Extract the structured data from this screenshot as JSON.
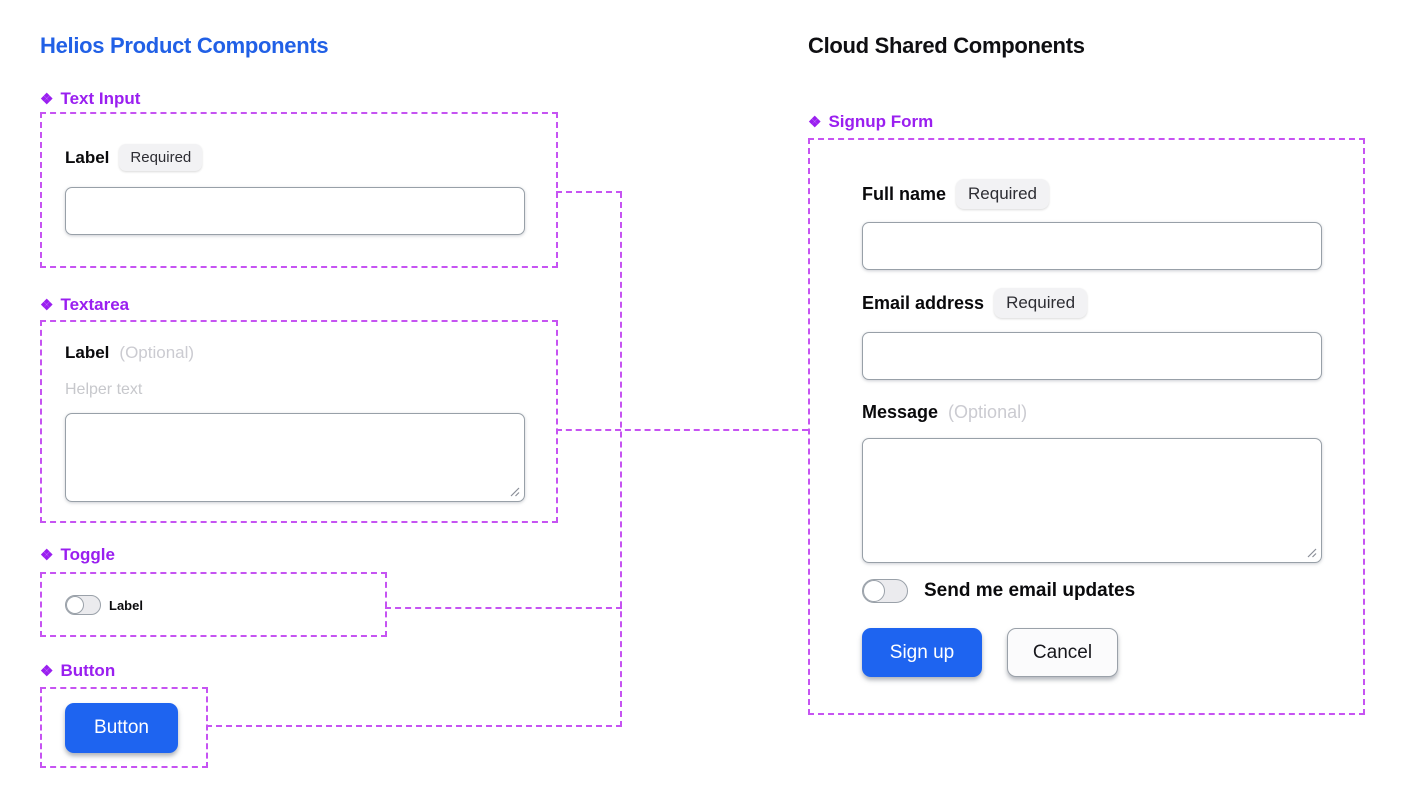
{
  "icons": {
    "component_diamond": "❖"
  },
  "colors": {
    "brand_blue": "#2160e6",
    "component_purple": "#9a1ff0",
    "frame_dashed_purple": "#c653f2",
    "button_blue": "#1e64f0",
    "heading_black": "#0f0f12"
  },
  "left": {
    "title": "Helios Product Components",
    "text_input": {
      "heading": "Text Input",
      "label": "Label",
      "badge": "Required"
    },
    "textarea": {
      "heading": "Textarea",
      "label": "Label",
      "optional": "(Optional)",
      "helper": "Helper text"
    },
    "toggle": {
      "heading": "Toggle",
      "label": "Label"
    },
    "button": {
      "heading": "Button",
      "label": "Button"
    }
  },
  "right": {
    "title": "Cloud Shared Components",
    "signup": {
      "heading": "Signup Form",
      "full_name_label": "Full name",
      "full_name_badge": "Required",
      "email_label": "Email address",
      "email_badge": "Required",
      "message_label": "Message",
      "message_optional": "(Optional)",
      "toggle_label": "Send me email updates",
      "signup_button": "Sign up",
      "cancel_button": "Cancel"
    }
  }
}
